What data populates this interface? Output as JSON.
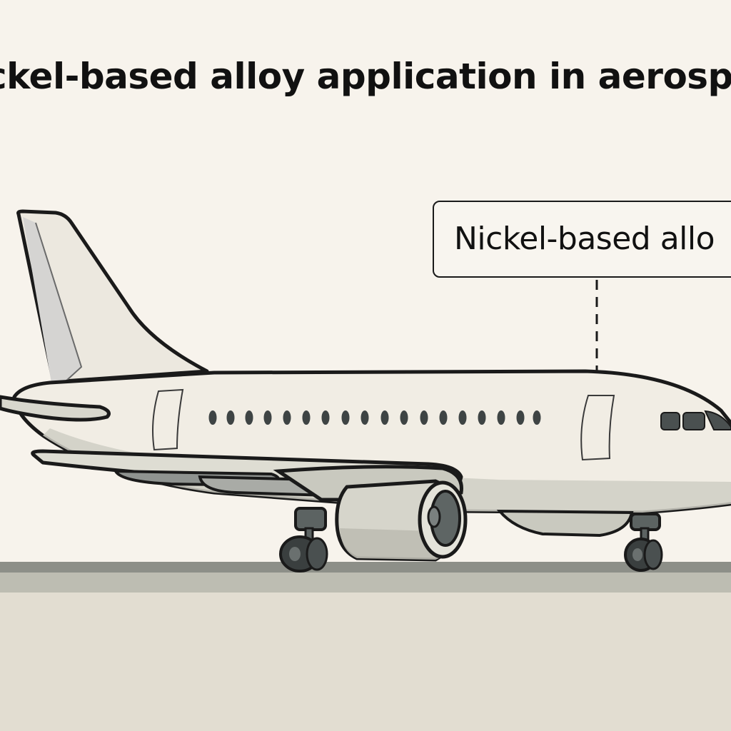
{
  "title": "Nickel-based alloy application in aerospace",
  "title_visible": "ckel-based alloy application in aerospa",
  "callout": {
    "label": "Nickel-based alloy",
    "label_visible": "Nickel-based allo"
  },
  "illustration": {
    "subject": "commercial-airliner",
    "cabin_window_count": 18,
    "cockpit_window_count": 3,
    "doors": 2,
    "engines_visible": 1,
    "landing_gear_visible": 2
  },
  "colors": {
    "background": "#f7f3ec",
    "outline": "#1a1a1a",
    "fuselage": "#f1ede4",
    "shade": "#c9c8bd",
    "dark_gray": "#4a5050",
    "runway_dark": "#8d8f88",
    "runway_mid": "#bdbdb2",
    "ground": "#e2ddd1"
  }
}
